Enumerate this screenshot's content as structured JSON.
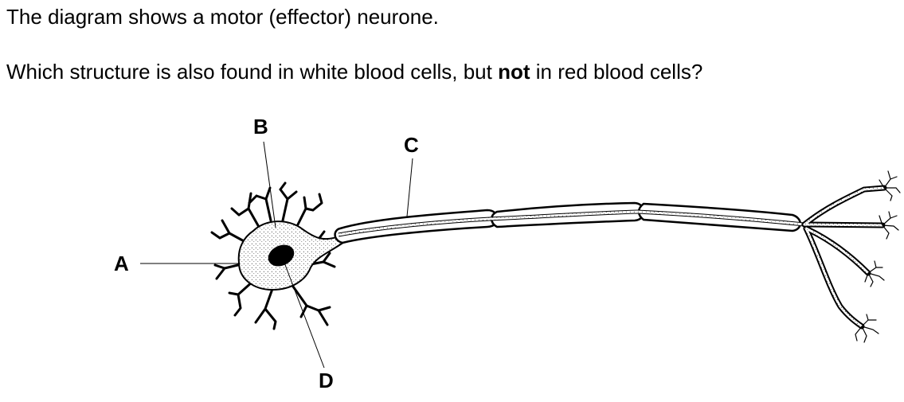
{
  "question": {
    "line1": "The diagram shows a motor (effector) neurone.",
    "line2_before": "Which structure is also found in white blood cells, but ",
    "line2_bold": "not",
    "line2_after": " in red blood cells?"
  },
  "labels": {
    "a": "A",
    "b": "B",
    "c": "C",
    "d": "D"
  }
}
